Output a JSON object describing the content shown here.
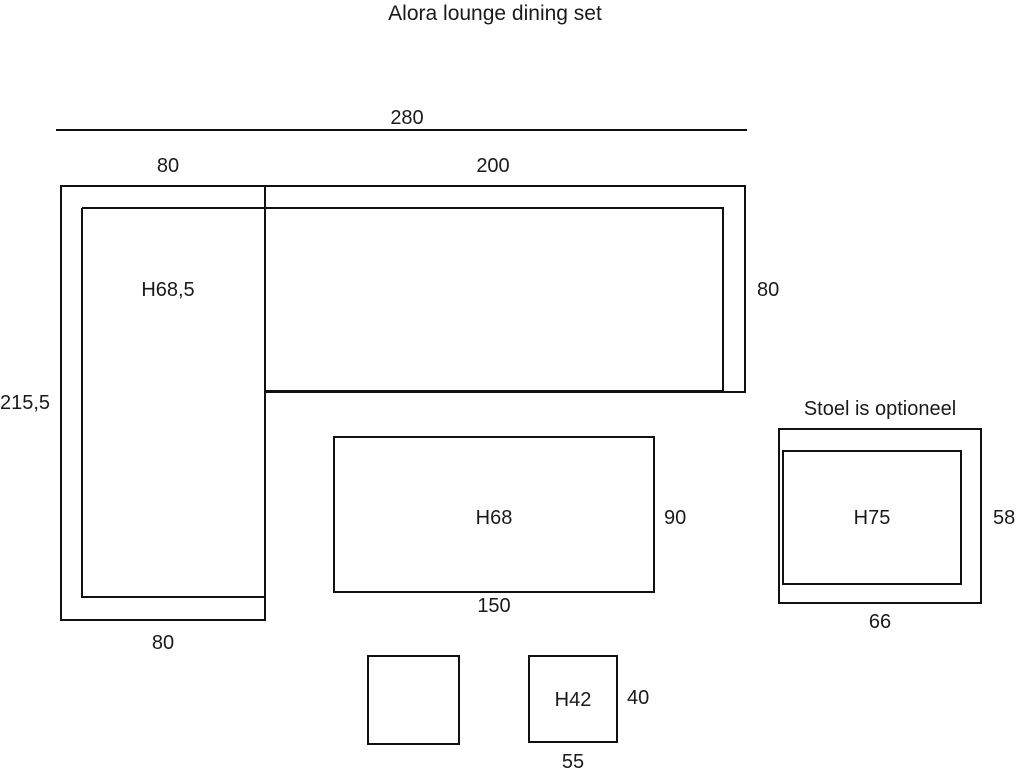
{
  "drawing": {
    "title": "Alora lounge dining set",
    "units_note": "",
    "background_color": "#ffffff",
    "line_color": "#111111",
    "text_color": "#1a1a1a"
  },
  "dimensions": {
    "overall_width": "280",
    "sofa_arm_width": "80",
    "sofa_chaise_width": "200",
    "sofa_arm_depth": "80",
    "overall_depth": "215,5",
    "sofa_foot_width": "80"
  },
  "items": [
    {
      "name": "corner-sofa",
      "height_label": "H68,5",
      "width": "80",
      "depth": "215,5"
    },
    {
      "name": "dining-table",
      "height_label": "H68",
      "width": "150",
      "depth": "90"
    },
    {
      "name": "chair",
      "height_label": "H75",
      "width": "66",
      "depth": "58",
      "note": "Stoel is optioneel"
    },
    {
      "name": "stool-left",
      "height_label": "",
      "width": "",
      "depth": ""
    },
    {
      "name": "stool-right",
      "height_label": "H42",
      "width": "55",
      "depth": "40"
    }
  ],
  "labels": {
    "title": "Alora lounge dining set",
    "dim_280": "280",
    "dim_80_top_left": "80",
    "dim_200_top_right": "200",
    "sofa_height": "H68,5",
    "dim_80_right": "80",
    "dim_215_5": "215,5",
    "dim_80_bottom": "80",
    "table_height": "H68",
    "dim_90": "90",
    "dim_150": "150",
    "chair_note": "Stoel is optioneel",
    "chair_height": "H75",
    "dim_58": "58",
    "dim_66": "66",
    "stool_height": "H42",
    "dim_40": "40",
    "dim_55": "55"
  }
}
